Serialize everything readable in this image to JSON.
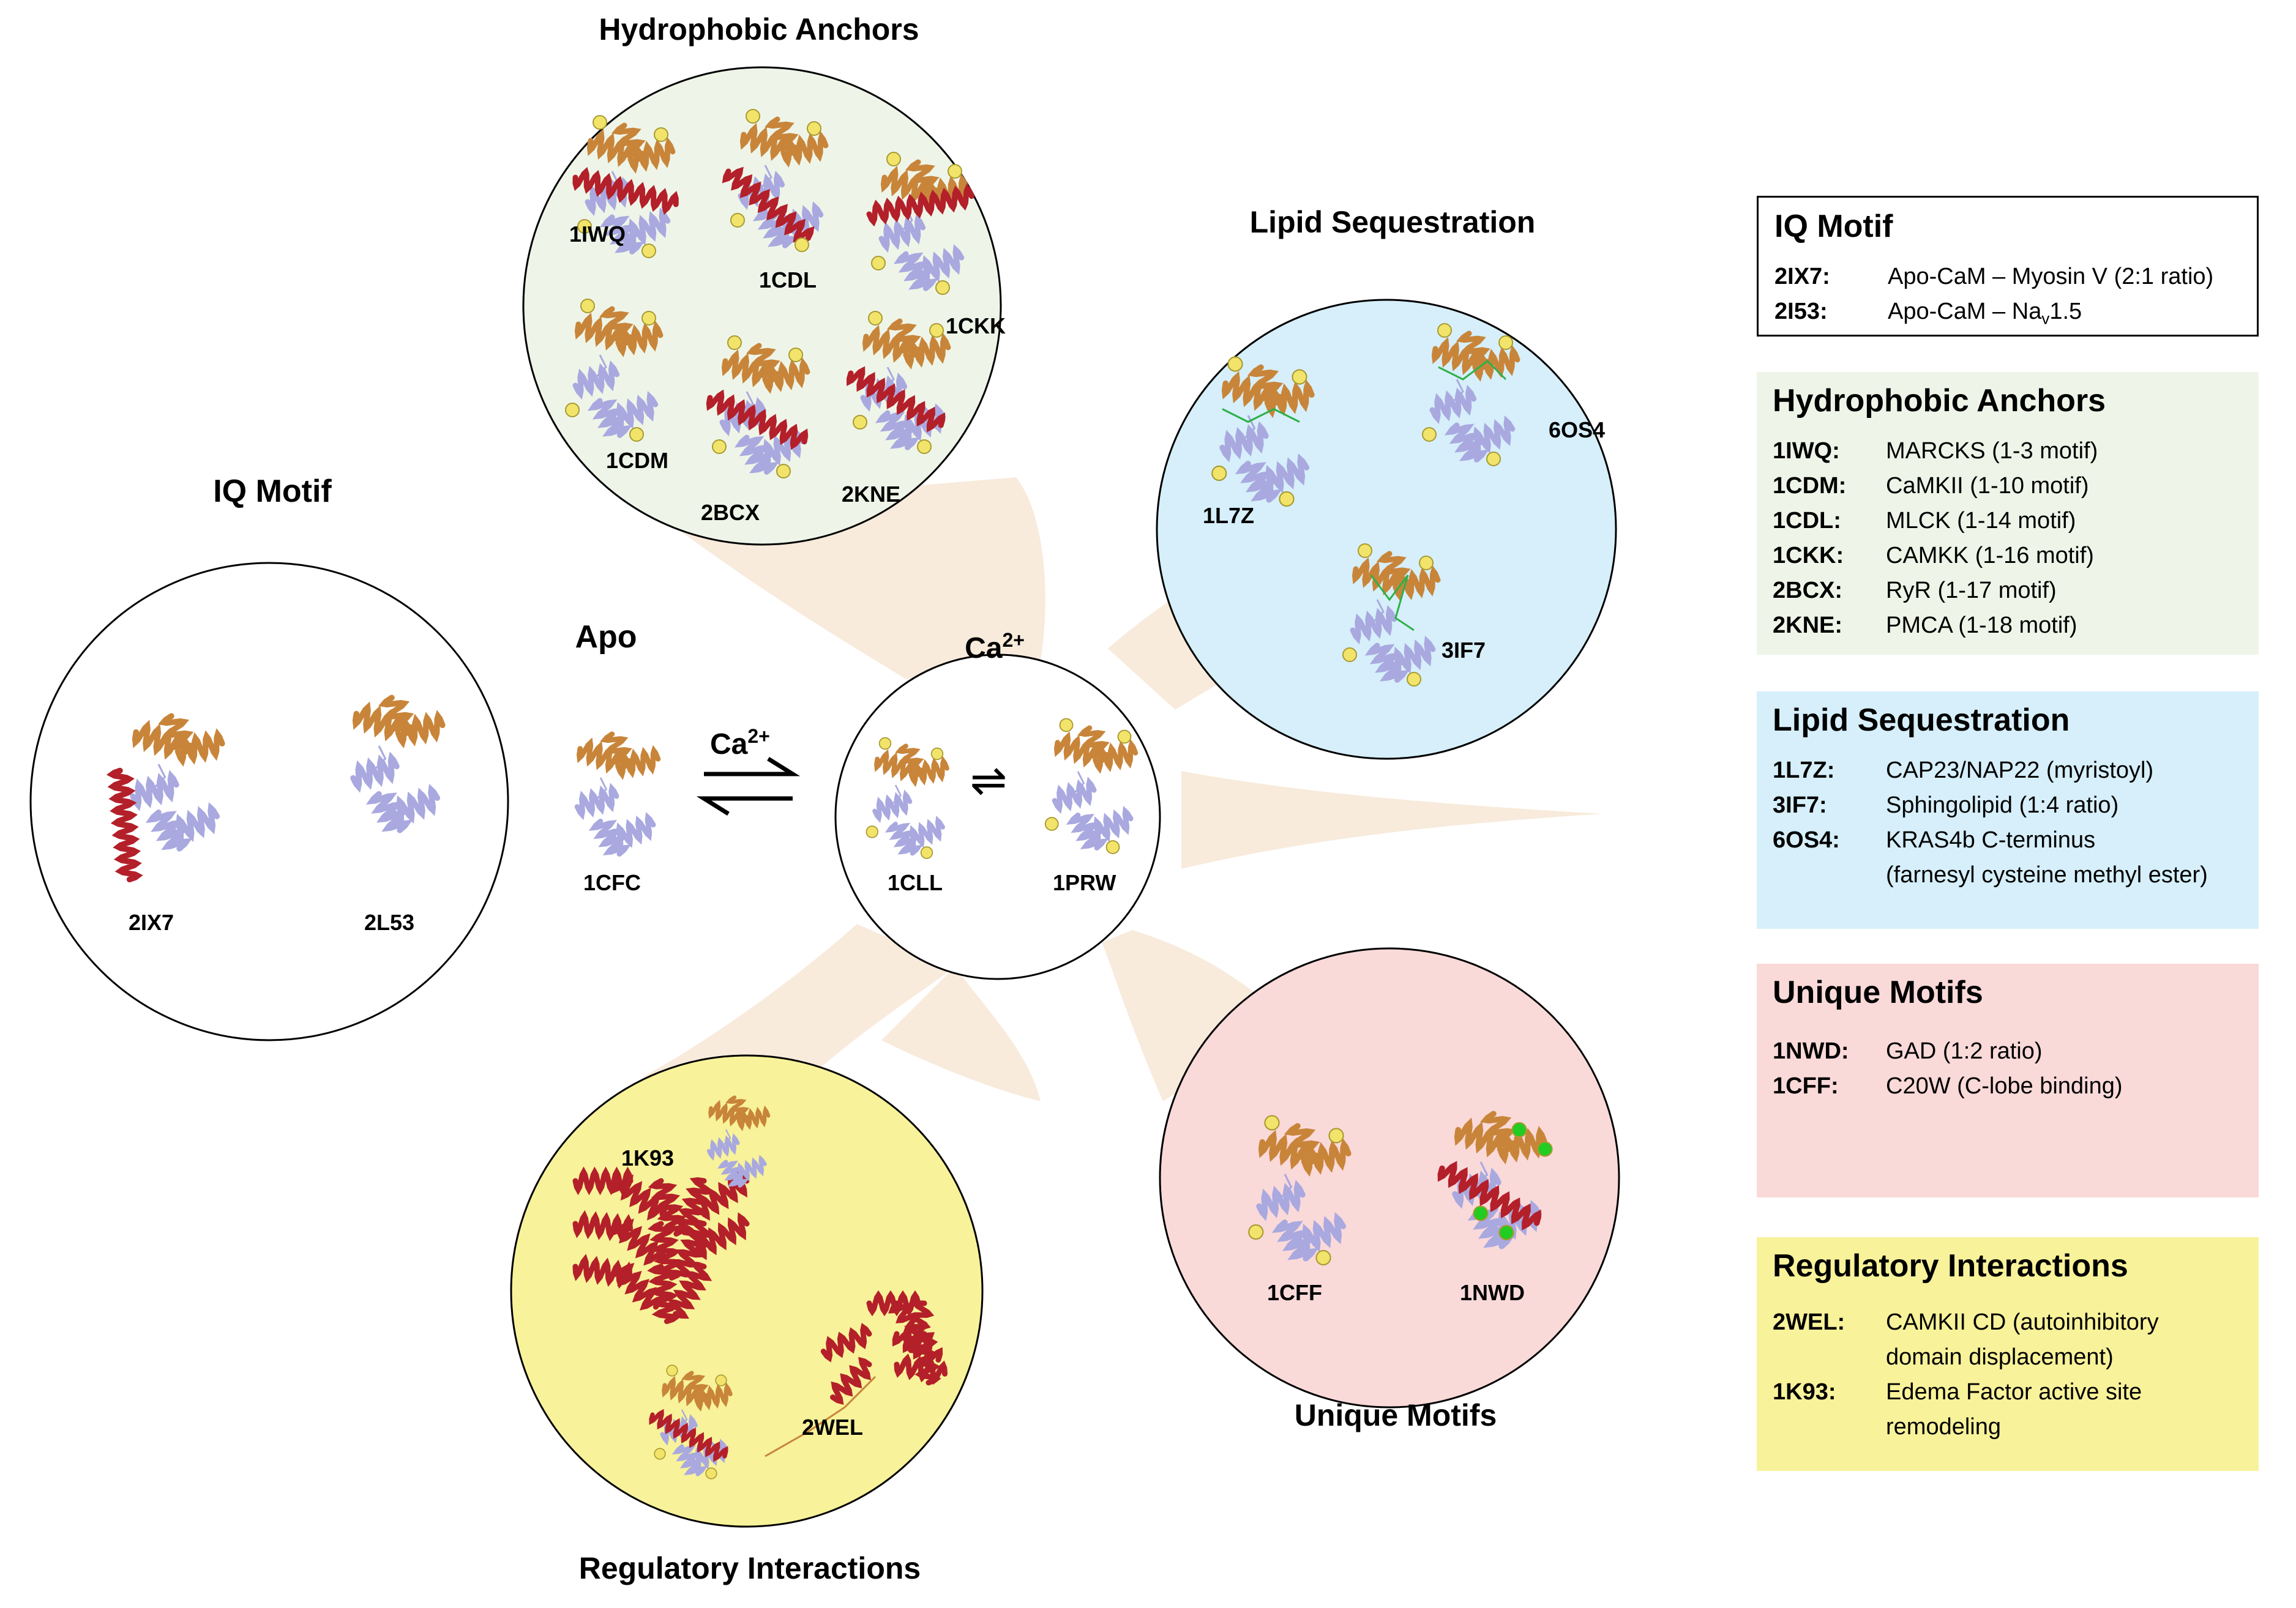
{
  "panels": {
    "hydrophobic": {
      "title": "Hydrophobic Anchors",
      "codes": [
        "1IWQ",
        "1CDL",
        "1CKK",
        "1CDM",
        "2BCX",
        "2KNE"
      ]
    },
    "lipid": {
      "title": "Lipid Sequestration",
      "codes": [
        "6OS4",
        "1L7Z",
        "3IF7"
      ]
    },
    "iq": {
      "title": "IQ Motif",
      "codes": [
        "2IX7",
        "2L53"
      ]
    },
    "center": {
      "apo_label": "Apo",
      "apo_code": "1CFC",
      "arrow_label": "Ca",
      "arrow_sup": "2+",
      "ca_label": "Ca",
      "ca_sup": "2+",
      "equilibrium": "⇌",
      "codes": [
        "1CLL",
        "1PRW"
      ]
    },
    "unique": {
      "title": "Unique Motifs",
      "codes": [
        "1CFF",
        "1NWD"
      ]
    },
    "regulatory": {
      "title": "Regulatory Interactions",
      "codes": [
        "1K93",
        "2WEL"
      ]
    }
  },
  "legend": {
    "iq": {
      "title": "IQ Motif",
      "color": "#ffffff",
      "rows": [
        {
          "code": "2IX7:",
          "desc": "Apo-CaM – Myosin V (2:1 ratio)"
        },
        {
          "code": "2I53:",
          "desc_pre": "Apo-CaM – Na",
          "desc_sub": "v",
          "desc_post": "1.5"
        }
      ]
    },
    "hydrophobic": {
      "title": "Hydrophobic Anchors",
      "color": "#eef5e8",
      "rows": [
        {
          "code": "1IWQ:",
          "desc": "MARCKS (1-3 motif)"
        },
        {
          "code": "1CDM:",
          "desc": "CaMKII (1-10 motif)"
        },
        {
          "code": "1CDL:",
          "desc": "MLCK (1-14 motif)"
        },
        {
          "code": "1CKK:",
          "desc": "CAMKK (1-16 motif)"
        },
        {
          "code": "2BCX:",
          "desc": "RyR (1-17 motif)"
        },
        {
          "code": "2KNE:",
          "desc": "PMCA (1-18 motif)"
        }
      ]
    },
    "lipid": {
      "title": "Lipid Sequestration",
      "color": "#d6effa",
      "rows": [
        {
          "code": "1L7Z:",
          "desc": "CAP23/NAP22 (myristoyl)"
        },
        {
          "code": "3IF7:",
          "desc": "Sphingolipid (1:4 ratio)"
        },
        {
          "code": "6OS4:",
          "desc": "KRAS4b C-terminus"
        },
        {
          "code": "",
          "desc": "(farnesyl cysteine methyl ester)"
        }
      ]
    },
    "unique": {
      "title": "Unique Motifs",
      "color": "#fad9d9",
      "rows": [
        {
          "code": "1NWD:",
          "desc": "GAD (1:2 ratio)"
        },
        {
          "code": "1CFF:",
          "desc": "C20W (C-lobe binding)"
        }
      ]
    },
    "regulatory": {
      "title": "Regulatory Interactions",
      "color": "#f8f29a",
      "rows": [
        {
          "code": "2WEL:",
          "desc": "CAMKII CD (autoinhibitory"
        },
        {
          "code": "",
          "desc": "domain displacement)"
        },
        {
          "code": "1K93:",
          "desc": "Edema Factor active site"
        },
        {
          "code": "",
          "desc": "remodeling"
        }
      ]
    }
  },
  "colors": {
    "c_lobe": "#a9a9e0",
    "n_lobe": "#c8853a",
    "peptide": "#b3202a",
    "calcium": "#f2e46a",
    "lipid": "#2fb04a",
    "fan": "#f8ebdc",
    "hydrophobic_bg": "#eef5e8",
    "lipid_bg": "#d6effa",
    "unique_bg": "#fad9d9",
    "regulatory_bg": "#f8f29a"
  }
}
